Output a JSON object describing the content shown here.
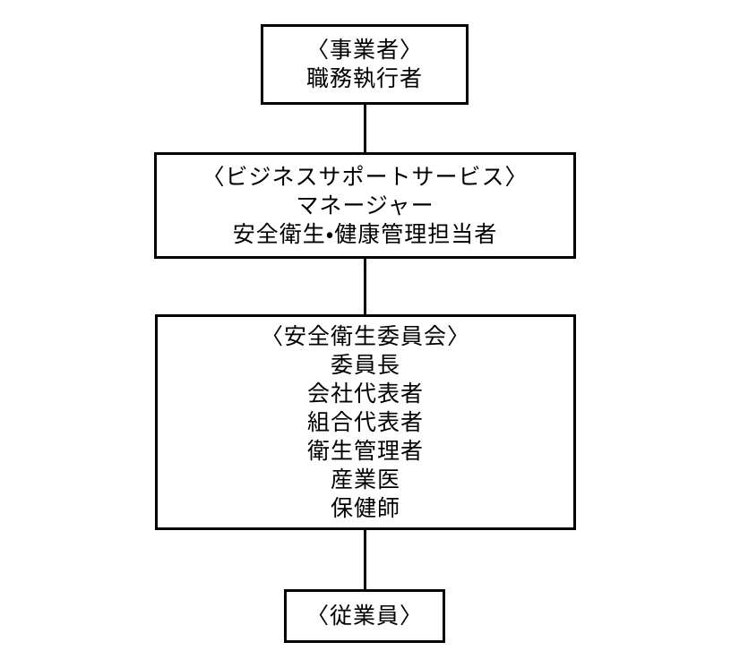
{
  "diagram": {
    "background_color": "#ffffff",
    "border_color": "#000000",
    "line_color": "#000000",
    "text_color": "#000000",
    "boxes": [
      {
        "name": "business-operator",
        "lines": [
          "〈事業者〉",
          "職務執行者"
        ]
      },
      {
        "name": "business-support-service",
        "lines": [
          "〈ビジネスサポートサービス〉",
          "マネージャー",
          "安全衛生・健康管理担当者"
        ]
      },
      {
        "name": "safety-health-committee",
        "lines": [
          "〈安全衛生委員会〉",
          "委員長",
          "会社代表者",
          "組合代表者",
          "衛生管理者",
          "産業医",
          "保健師"
        ]
      },
      {
        "name": "employees",
        "lines": [
          "〈従業員〉"
        ]
      }
    ]
  }
}
